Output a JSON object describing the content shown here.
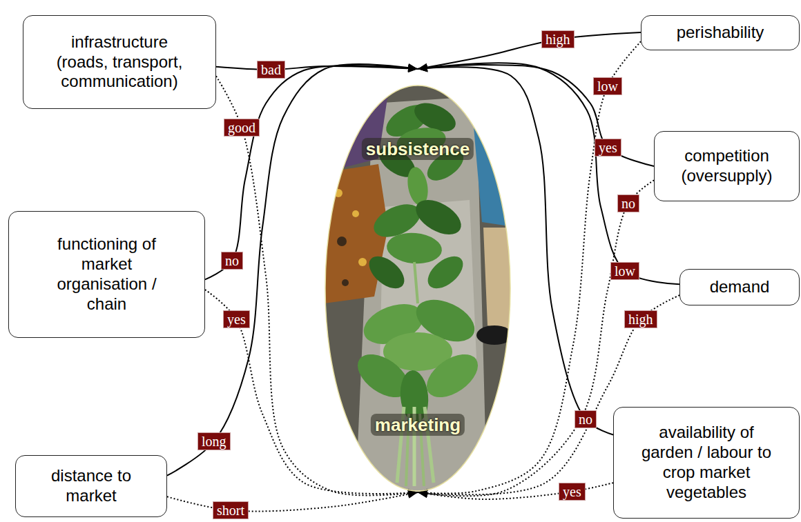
{
  "diagram": {
    "nodes": [
      {
        "text": [
          "infrastructure (roads, transport, communication)"
        ]
      },
      {
        "text": [
          "perishability"
        ]
      },
      {
        "text": [
          "subsistence",
          "marketing"
        ]
      },
      {
        "text": [
          "competition (oversupply)"
        ]
      },
      {
        "text": [
          "functioning of market organisation / chain"
        ]
      },
      {
        "text": [
          "demand"
        ]
      },
      {
        "text": [
          "distance to market"
        ]
      },
      {
        "text": [
          "availability of garden / labour to crop market vegetables"
        ]
      }
    ],
    "edges": [
      {
        "from": 0,
        "to": 2,
        "label": "bad",
        "arrow": "to"
      },
      {
        "from": 0,
        "to": 2,
        "label": "good",
        "arrow": "to"
      },
      {
        "from": 1,
        "to": 2,
        "label": "high",
        "arrow": "to"
      },
      {
        "from": 1,
        "to": 2,
        "label": "low",
        "arrow": "to"
      },
      {
        "from": 3,
        "to": 2,
        "label": "yes",
        "arrow": "to"
      },
      {
        "from": 3,
        "to": 2,
        "label": "no",
        "arrow": "to"
      },
      {
        "from": 4,
        "to": 2,
        "label": "no",
        "arrow": "to"
      },
      {
        "from": 4,
        "to": 2,
        "label": "yes",
        "arrow": "to"
      },
      {
        "from": 5,
        "to": 2,
        "label": "low",
        "arrow": "to"
      },
      {
        "from": 5,
        "to": 2,
        "label": "high",
        "arrow": "to"
      },
      {
        "from": 6,
        "to": 2,
        "label": "long",
        "arrow": "to"
      },
      {
        "from": 6,
        "to": 2,
        "label": "short",
        "arrow": "to"
      },
      {
        "from": 7,
        "to": 2,
        "label": "no",
        "arrow": "to"
      },
      {
        "from": 7,
        "to": 2,
        "label": "yes",
        "arrow": "to"
      }
    ]
  }
}
